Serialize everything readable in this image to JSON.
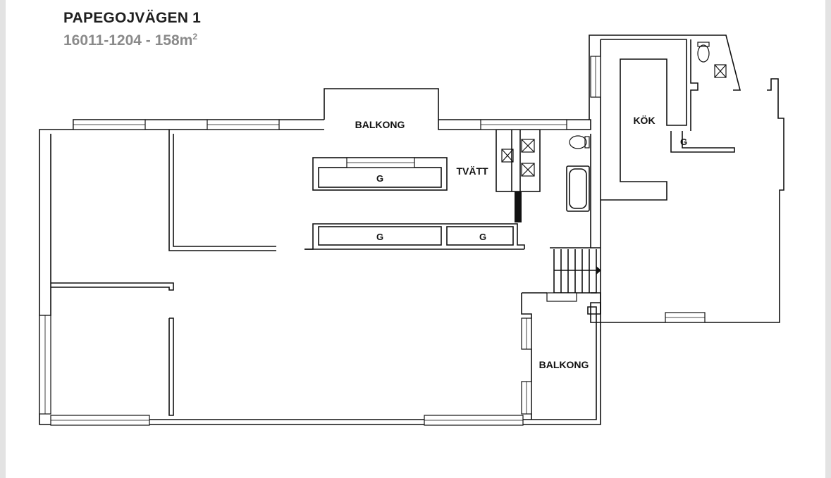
{
  "header": {
    "title": "PAPEGOJVÄGEN 1",
    "subtitle": "16011-1204 - 158m",
    "subtitle_sup": "2"
  },
  "rooms": {
    "balkong_top": "BALKONG",
    "tvatt": "TVÄTT",
    "kok": "KÖK",
    "balkong_bottom": "BALKONG"
  },
  "storage": {
    "g1": "G",
    "g2": "G",
    "g3": "G",
    "g4": "G"
  },
  "colors": {
    "wall": "#111111",
    "background": "#ffffff"
  }
}
